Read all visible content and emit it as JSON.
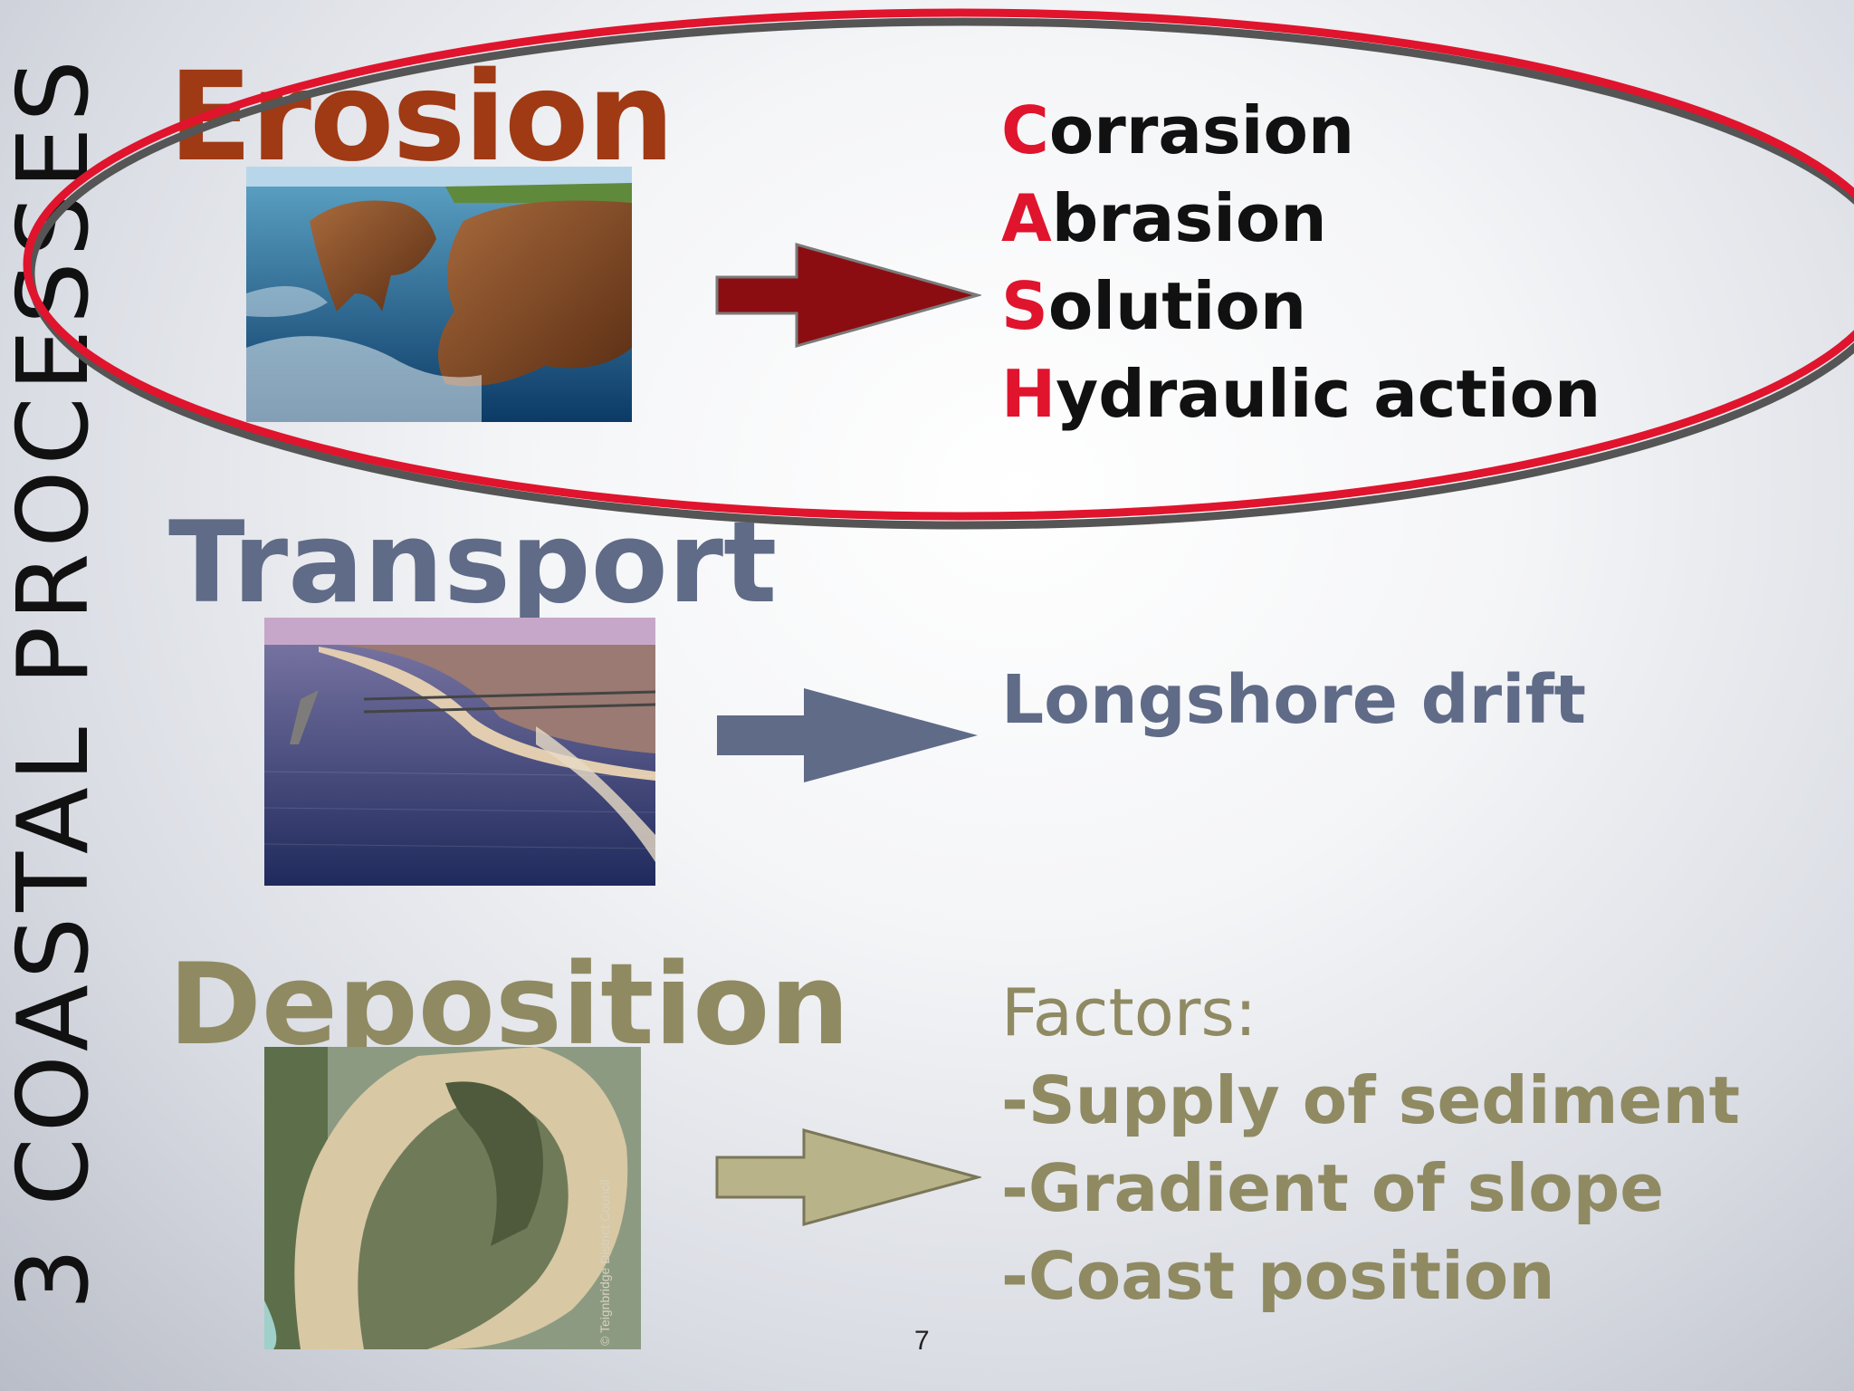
{
  "side_title": "3 COASTAL PROCESSES",
  "erosion": {
    "heading": "Erosion",
    "items": [
      {
        "letter": "C",
        "rest": "orrasion"
      },
      {
        "letter": "A",
        "rest": "brasion"
      },
      {
        "letter": "S",
        "rest": "olution"
      },
      {
        "letter": "H",
        "rest": "ydraulic action"
      }
    ]
  },
  "transport": {
    "heading": "Transport",
    "text": "Longshore drift"
  },
  "deposition": {
    "heading": "Deposition",
    "factors_label": "Factors:",
    "factors": [
      "-Supply of sediment",
      "-Gradient of slope",
      "-Coast position"
    ],
    "photo_credit": "© Teignbridge District Council"
  },
  "page_number": "7",
  "colors": {
    "erosion": "#9f3a15",
    "transport": "#5f6b87",
    "deposition": "#8f8a62",
    "highlight_red": "#e0142d",
    "arrow_erosion": "#8b0d12"
  }
}
